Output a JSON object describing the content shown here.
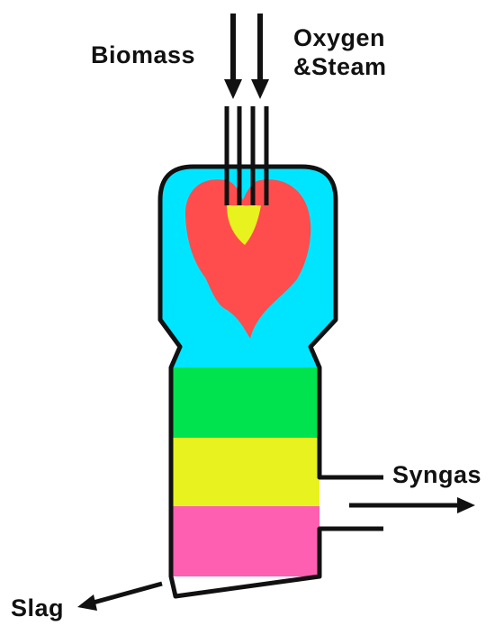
{
  "labels": {
    "biomass": "Biomass",
    "oxygen_line1": "Oxygen",
    "oxygen_line2": "&Steam",
    "syngas": "Syngas",
    "slag": "Slag"
  },
  "colors": {
    "upper_zone": "#00E5FF",
    "flame": "#FF4D4D",
    "flame_core": "#E8F21F",
    "band_green": "#00E34F",
    "band_yellow": "#E8F21F",
    "band_pink": "#FF5FB0",
    "outline": "#111111"
  }
}
